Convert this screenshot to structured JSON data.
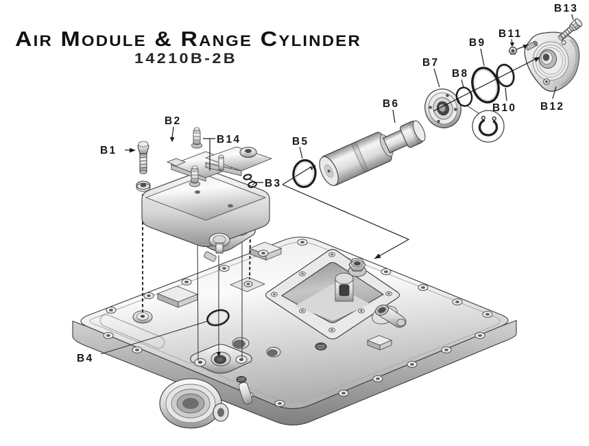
{
  "title": "Air Module & Range Cylinder",
  "part_number": "14210B-2B",
  "callouts": {
    "b1": "B1",
    "b2": "B2",
    "b3": "B3",
    "b4": "B4",
    "b5": "B5",
    "b6": "B6",
    "b7": "B7",
    "b8": "B8",
    "b9": "B9",
    "b10": "B10",
    "b11": "B11",
    "b12": "B12",
    "b13": "B13",
    "b14": "B14"
  },
  "colors": {
    "ink": "#1c1c1c",
    "background": "#ffffff",
    "metal_light": "#f5f5f5",
    "metal_mid": "#c9c9c9",
    "metal_dark": "#8a8a8a"
  }
}
